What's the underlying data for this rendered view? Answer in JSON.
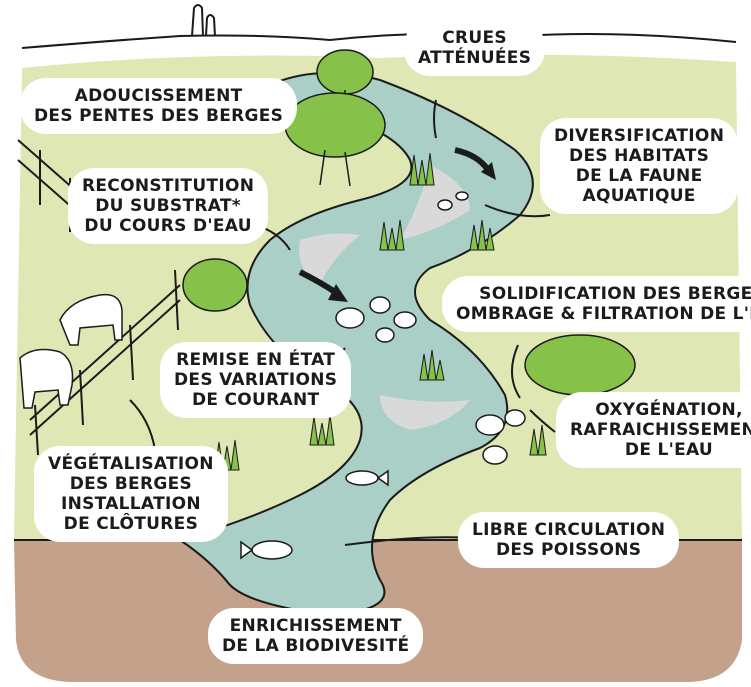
{
  "labels": {
    "crues": [
      "CRUES",
      "ATTÉNUÉES"
    ],
    "adoucissement": [
      "ADOUCISSEMENT",
      "DES PENTES DES BERGES"
    ],
    "diversification": [
      "DIVERSIFICATION",
      "DES HABITATS",
      "DE LA FAUNE",
      "AQUATIQUE"
    ],
    "reconstitution": [
      "RECONSTITUTION",
      "DU SUBSTRAT*",
      "DU COURS D'EAU"
    ],
    "solidification": [
      "SOLIDIFICATION DES BERGES",
      "OMBRAGE & FILTRATION DE L'EAU"
    ],
    "remise": [
      "REMISE EN ÉTAT",
      "DES VARIATIONS",
      "DE COURANT"
    ],
    "oxygenation": [
      "OXYGÉNATION,",
      "RAFRAICHISSEMENT",
      "DE L'EAU"
    ],
    "vegetalisation": [
      "VÉGÉTALISATION",
      "DES BERGES",
      "INSTALLATION",
      "DE CLÔTURES"
    ],
    "circulation": [
      "LIBRE CIRCULATION",
      "DES POISSONS"
    ],
    "enrichissement": [
      "ENRICHISSEMENT",
      "DE LA BIODIVESITÉ"
    ]
  },
  "colors": {
    "meadow": "#dfe8b4",
    "water": "#a9cfc6",
    "soil": "#c4a18a",
    "tree": "#86c24a",
    "gravel": "#d9d9d9",
    "ink": "#1b1b1b"
  }
}
